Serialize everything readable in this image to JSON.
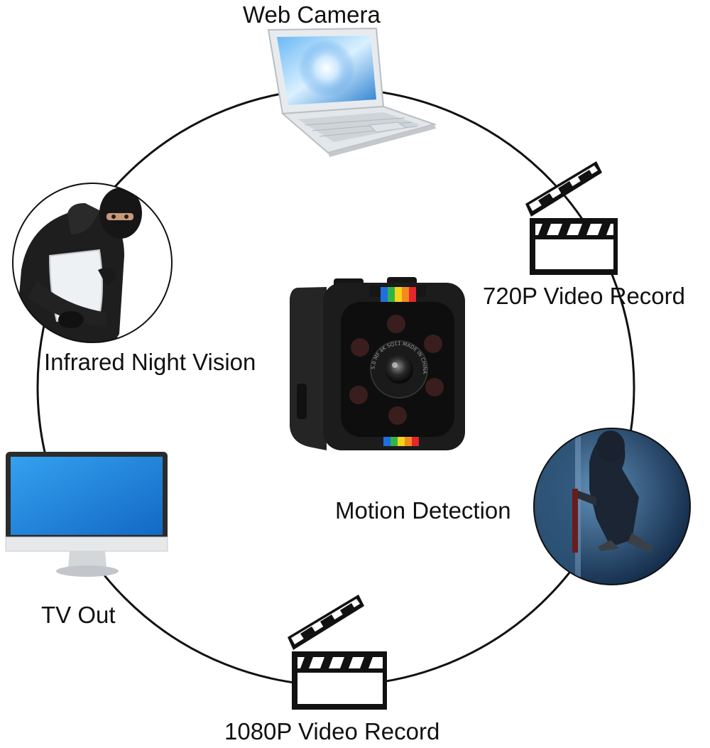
{
  "features": {
    "web_camera": "Web Camera",
    "video_720p": "720P Video Record",
    "night_vision": "Infrared Night Vision",
    "motion_detection": "Motion Detection",
    "tv_out": "TV Out",
    "video_1080p": "1080P Video Record"
  },
  "device": {
    "lens_ring_text": "5.0 MF 4K  SQ11  MADE IN CHINA"
  },
  "colors": {
    "circle_line": "#111111",
    "screen_blue": "#1e7fd6",
    "device_body": "#1c1c1c",
    "rainbow": [
      "#1e6fe0",
      "#2fb34a",
      "#f3d31b",
      "#f28b1e",
      "#e5262b"
    ]
  },
  "icons": [
    "laptop-icon",
    "clapperboard-icon",
    "monitor-icon",
    "burglar-image",
    "spy-camera-image"
  ]
}
